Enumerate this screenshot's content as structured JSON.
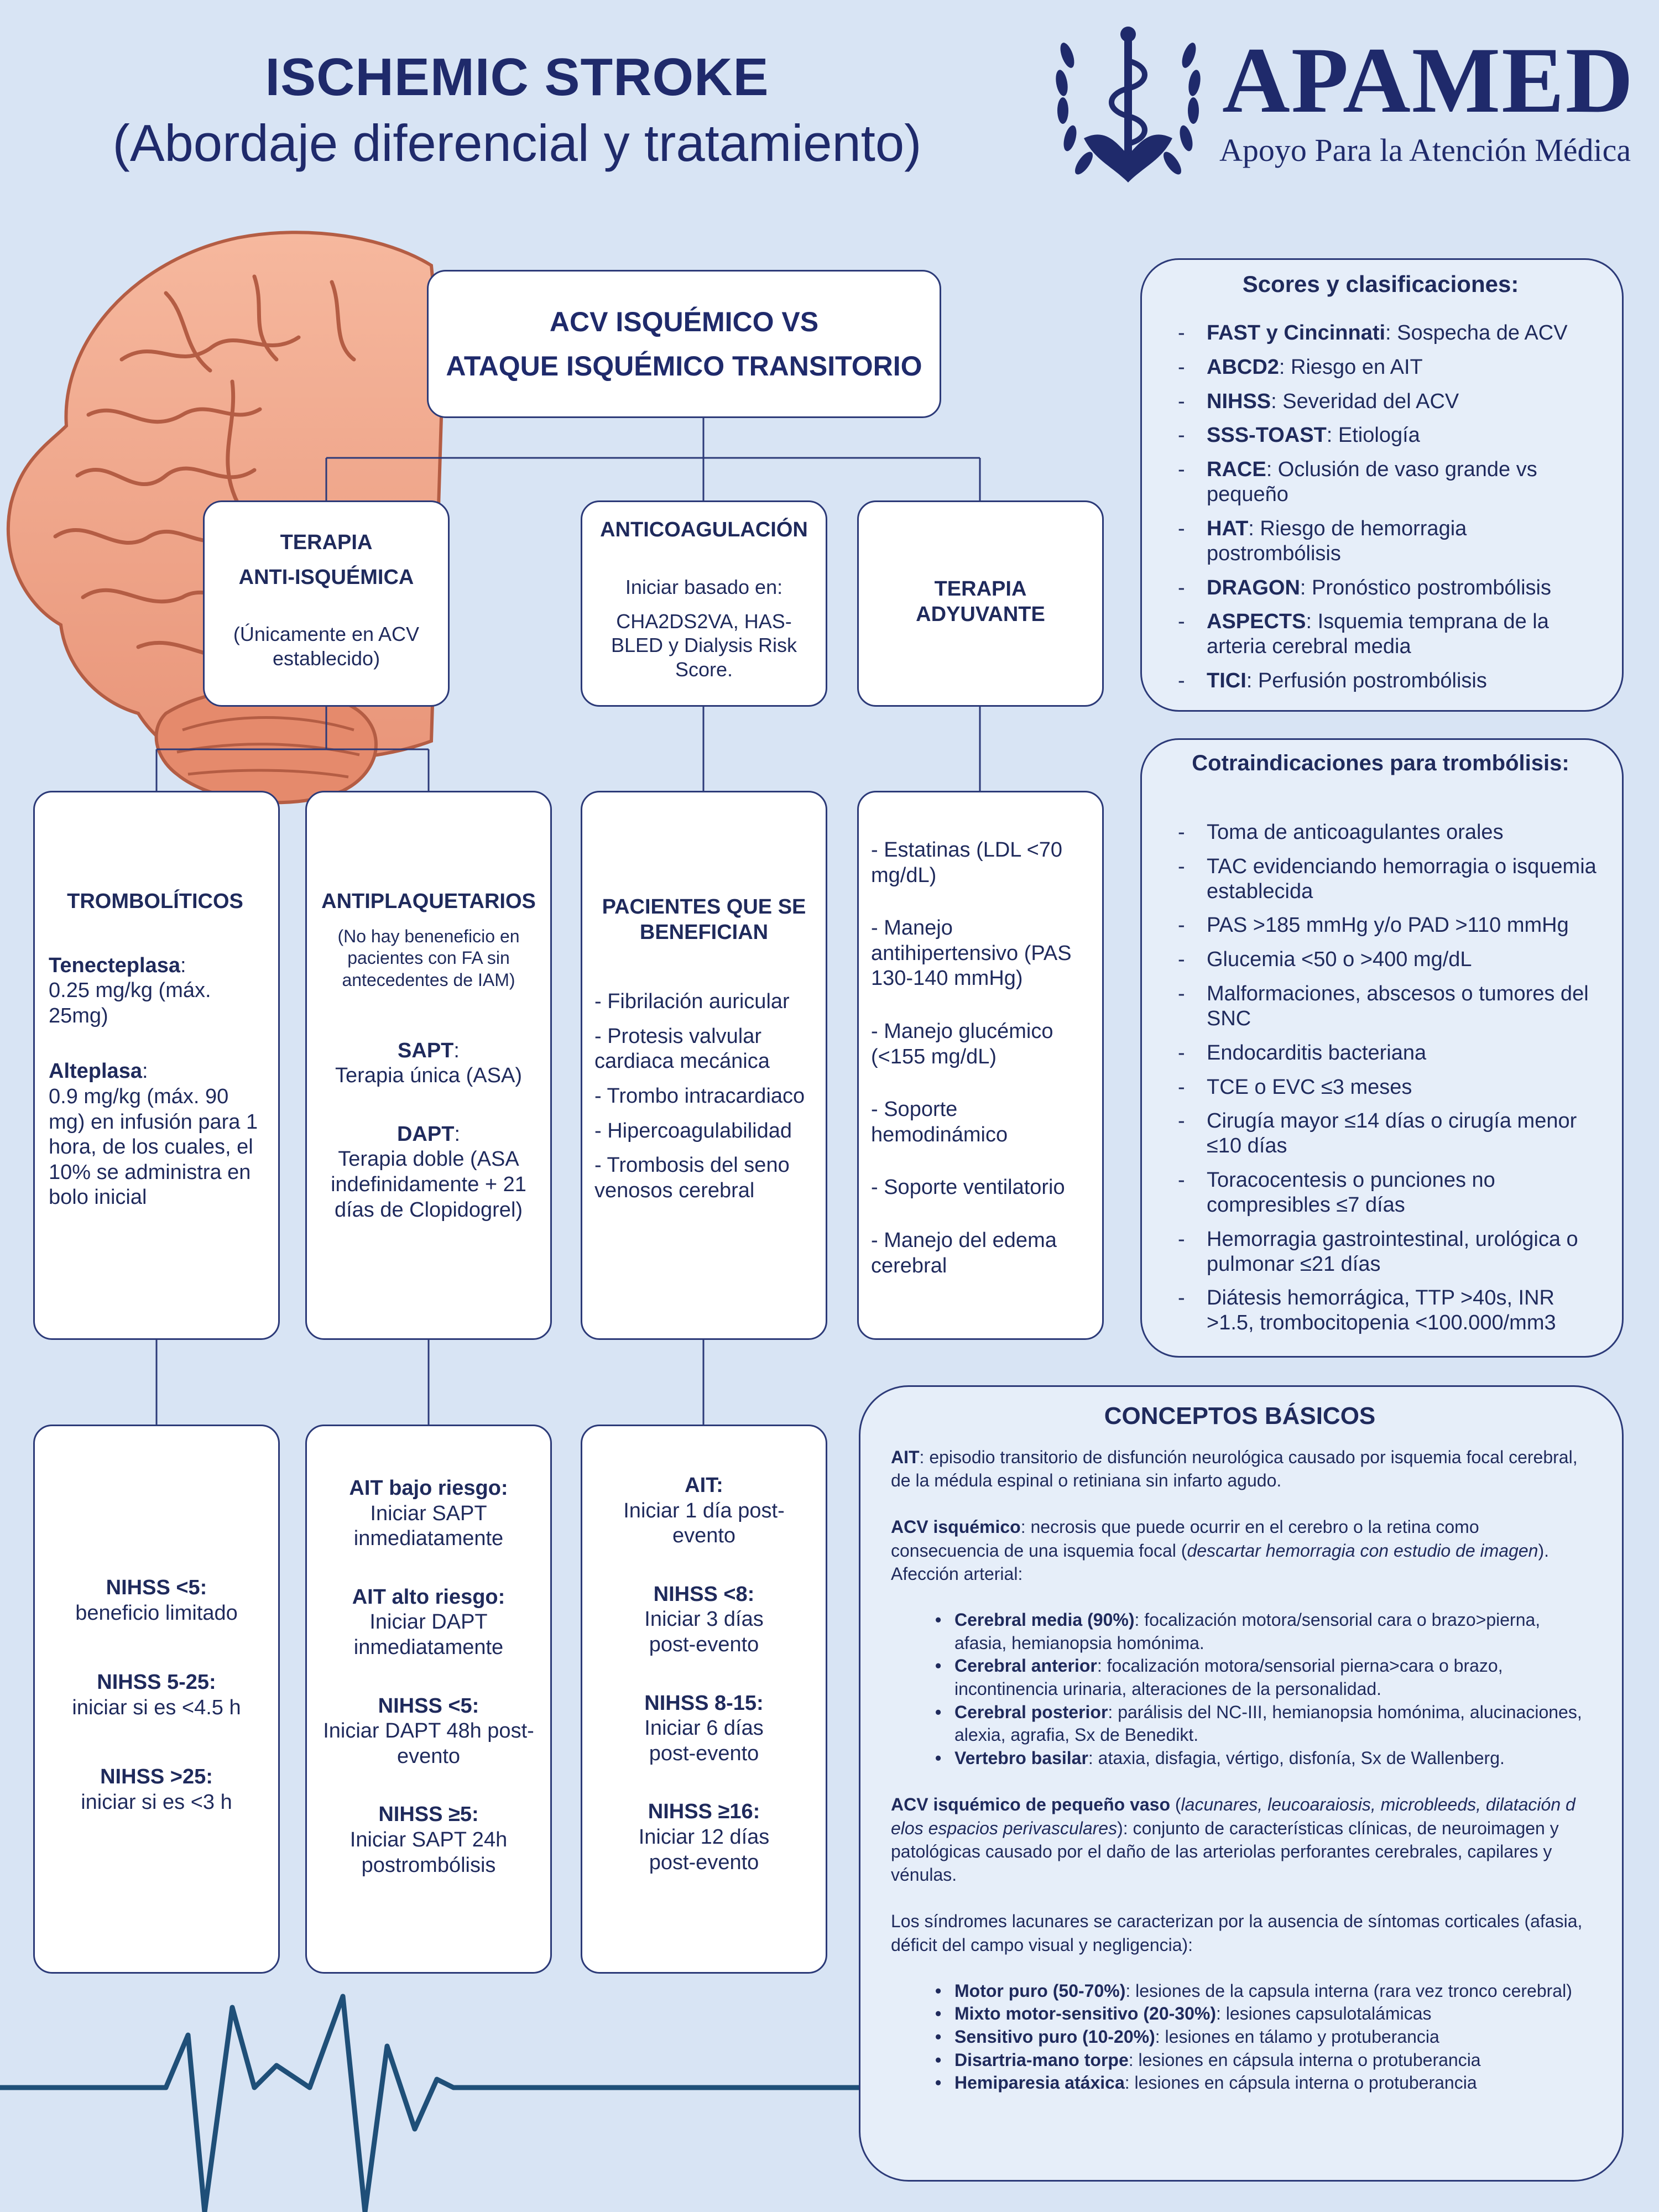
{
  "header": {
    "title": "ISCHEMIC STROKE",
    "subtitle": "(Abordaje diferencial y tratamiento)"
  },
  "logo": {
    "name": "APAMED",
    "tagline": "Apoyo Para la Atención Médica",
    "icon": "caduceus-eagle-laurel-icon"
  },
  "colors": {
    "background": "#d8e4f4",
    "navy": "#1f2a6b",
    "box_border": "#2c3a78",
    "panel_fill": "#e6eef9",
    "brain": "#f0a98c",
    "ecg_line": "#1f4f78"
  },
  "main": {
    "line1": "ACV ISQUÉMICO VS",
    "line2": "ATAQUE ISQUÉMICO TRANSITORIO"
  },
  "branches": {
    "anti_ischemic": {
      "title1": "TERAPIA",
      "title2": "ANTI-ISQUÉMICA",
      "note": "(Únicamente en ACV establecido)"
    },
    "anticoag": {
      "title": "ANTICOAGULACIÓN",
      "intro": "Iniciar basado en:",
      "body": "CHA2DS2VA, HAS-BLED y Dialysis Risk Score."
    },
    "adjuvant": {
      "title1": "TERAPIA",
      "title2": "ADYUVANTE"
    }
  },
  "thrombolytics": {
    "title": "TROMBOLÍTICOS",
    "drug1_name": "Tenecteplasa",
    "drug1_dose": "0.25 mg/kg (máx. 25mg)",
    "drug2_name": "Alteplasa",
    "drug2_dose": "0.9 mg/kg (máx. 90 mg) en infusión para 1 hora, de los cuales, el 10% se administra en bolo inicial"
  },
  "antiplatelets": {
    "title": "ANTIPLAQUETARIOS",
    "note": "(No hay beneneficio en pacientes con FA sin antecedentes de IAM)",
    "sapt_name": "SAPT",
    "sapt_desc": "Terapia única (ASA)",
    "dapt_name": "DAPT",
    "dapt_desc": "Terapia doble (ASA indefinidamente + 21 días de Clopidogrel)"
  },
  "beneficiaries": {
    "title": "PACIENTES QUE SE BENEFICIAN",
    "items": [
      "- Fibrilación auricular",
      "- Protesis valvular cardiaca mecánica",
      "- Trombo intracardiaco",
      "- Hipercoagulabilidad",
      "- Trombosis del seno venosos cerebral"
    ]
  },
  "adjuvant_list": {
    "items": [
      "- Estatinas (LDL <70 mg/dL)",
      "- Manejo antihipertensivo (PAS 130-140 mmHg)",
      "- Manejo glucémico (<155 mg/dL)",
      "- Soporte hemodinámico",
      "- Soporte ventilatorio",
      "- Manejo del edema cerebral"
    ]
  },
  "nihss_thrombolysis": [
    {
      "label": "NIHSS <5:",
      "desc": "beneficio limitado"
    },
    {
      "label": "NIHSS 5-25:",
      "desc": "iniciar si es <4.5 h"
    },
    {
      "label": "NIHSS >25:",
      "desc": "iniciar si es <3 h"
    }
  ],
  "antiplatelet_timing": [
    {
      "label": "AIT bajo riesgo:",
      "desc": "Iniciar SAPT inmediatamente"
    },
    {
      "label": "AIT alto riesgo:",
      "desc": "Iniciar DAPT inmediatamente"
    },
    {
      "label": "NIHSS <5:",
      "desc": "Iniciar DAPT 48h post-evento"
    },
    {
      "label": "NIHSS ≥5:",
      "desc": "Iniciar SAPT 24h postrombólisis"
    }
  ],
  "anticoag_timing": [
    {
      "label": "AIT:",
      "desc": "Iniciar 1 día post-evento"
    },
    {
      "label": "NIHSS <8:",
      "desc": "Iniciar 3 días post-evento"
    },
    {
      "label": "NIHSS 8-15:",
      "desc": "Iniciar 6 días post-evento"
    },
    {
      "label": "NIHSS ≥16:",
      "desc": "Iniciar 12 días post-evento"
    }
  ],
  "scores": {
    "title": "Scores y clasificaciones:",
    "items": [
      {
        "name": "FAST y Cincinnati",
        "desc": ": Sospecha de ACV"
      },
      {
        "name": "ABCD2",
        "desc": ": Riesgo en AIT"
      },
      {
        "name": "NIHSS",
        "desc": ": Severidad del ACV"
      },
      {
        "name": "SSS-TOAST",
        "desc": ": Etiología"
      },
      {
        "name": "RACE",
        "desc": ": Oclusión de vaso grande vs pequeño"
      },
      {
        "name": "HAT",
        "desc": ": Riesgo de hemorragia postrombólisis"
      },
      {
        "name": "DRAGON",
        "desc": ": Pronóstico postrombólisis"
      },
      {
        "name": "ASPECTS",
        "desc": ": Isquemia temprana de la arteria cerebral media"
      },
      {
        "name": "TICI",
        "desc": ": Perfusión postrombólisis"
      }
    ]
  },
  "contraindications": {
    "title": "Cotraindicaciones para trombólisis:",
    "items": [
      "Toma de anticoagulantes orales",
      "TAC evidenciando hemorragia o isquemia establecida",
      "PAS >185 mmHg y/o PAD >110 mmHg",
      "Glucemia <50 o >400 mg/dL",
      "Malformaciones, abscesos o tumores del SNC",
      "Endocarditis bacteriana",
      "TCE o EVC ≤3 meses",
      "Cirugía mayor ≤14 días o cirugía menor ≤10 días",
      "Toracocentesis o punciones no compresibles ≤7 días",
      "Hemorragia gastrointestinal, urológica o pulmonar ≤21 días",
      "Diátesis hemorrágica, TTP >40s, INR >1.5, trombocitopenia <100.000/mm3"
    ]
  },
  "concepts": {
    "title": "CONCEPTOS BÁSICOS",
    "ait_term": "AIT",
    "ait_def": ": episodio transitorio de disfunción neurológica causado por isquemia focal cerebral, de la médula espinal o retiniana sin infarto agudo.",
    "acv_term": "ACV isquémico",
    "acv_def1": ": necrosis que puede ocurrir en el cerebro o la retina como consecuencia de una isquemia focal (",
    "acv_def_italic": "descartar hemorragia con estudio de imagen",
    "acv_def2": "). Afección arterial:",
    "arteries": [
      {
        "name": "Cerebral media (90%)",
        "desc": ": focalización motora/sensorial cara o brazo>pierna, afasia, hemianopsia homónima."
      },
      {
        "name": "Cerebral anterior",
        "desc": ": focalización motora/sensorial pierna>cara o brazo, incontinencia urinaria, alteraciones de la personalidad."
      },
      {
        "name": "Cerebral posterior",
        "desc": ": parálisis del NC-III, hemianopsia homónima, alucinaciones, alexia, agrafia, Sx de Benedikt."
      },
      {
        "name": "Vertebro basilar",
        "desc": ": ataxia, disfagia, vértigo, disfonía, Sx de Wallenberg."
      }
    ],
    "small_vessel_term": "ACV isquémico de pequeño vaso",
    "small_vessel_open": " (",
    "small_vessel_italic": "lacunares, leucoaraiosis, microbleeds, dilatación d elos espacios perivasculares",
    "small_vessel_def": "): conjunto de características clínicas, de neuroimagen y patológicas causado por el daño de las arteriolas perforantes cerebrales, capilares y vénulas.",
    "lacunar_intro": "Los síndromes lacunares se caracterizan por la ausencia de síntomas corticales (afasia, déficit del campo visual y negligencia):",
    "lacunar": [
      {
        "name": "Motor puro (50-70%)",
        "desc": ": lesiones de la capsula interna (rara vez tronco cerebral)"
      },
      {
        "name": "Mixto motor-sensitivo (20-30%)",
        "desc": ": lesiones capsulotalámicas"
      },
      {
        "name": "Sensitivo puro (10-20%)",
        "desc": ": lesiones  en tálamo y protuberancia"
      },
      {
        "name": "Disartria-mano torpe",
        "desc": ": lesiones en cápsula interna o protuberancia"
      },
      {
        "name": "Hemiparesia atáxica",
        "desc": ": lesiones en cápsula interna o protuberancia"
      }
    ]
  }
}
